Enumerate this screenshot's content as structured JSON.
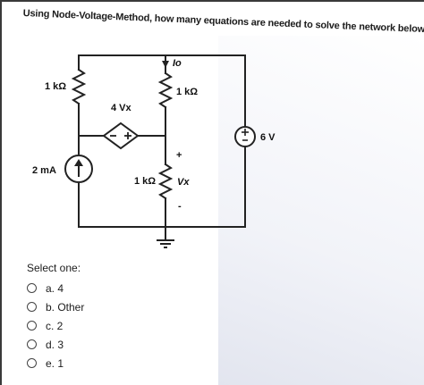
{
  "question": {
    "text": "Using Node-Voltage-Method, how many equations are needed to solve the network below:"
  },
  "circuit": {
    "r_top_left": "1 kΩ",
    "dependent_source": "4 Vx",
    "current_label": "Io",
    "r_top_right": "1 kΩ",
    "current_source": "2 mA",
    "r_bottom_mid": "1 kΩ",
    "vx_label": "Vx",
    "vx_plus": "+",
    "vx_minus": "-",
    "voltage_source": "6 V"
  },
  "answer": {
    "prompt": "Select one:",
    "options": [
      {
        "label": "a. 4"
      },
      {
        "label": "b. Other"
      },
      {
        "label": "c. 2"
      },
      {
        "label": "d. 3"
      },
      {
        "label": "e. 1"
      }
    ]
  }
}
